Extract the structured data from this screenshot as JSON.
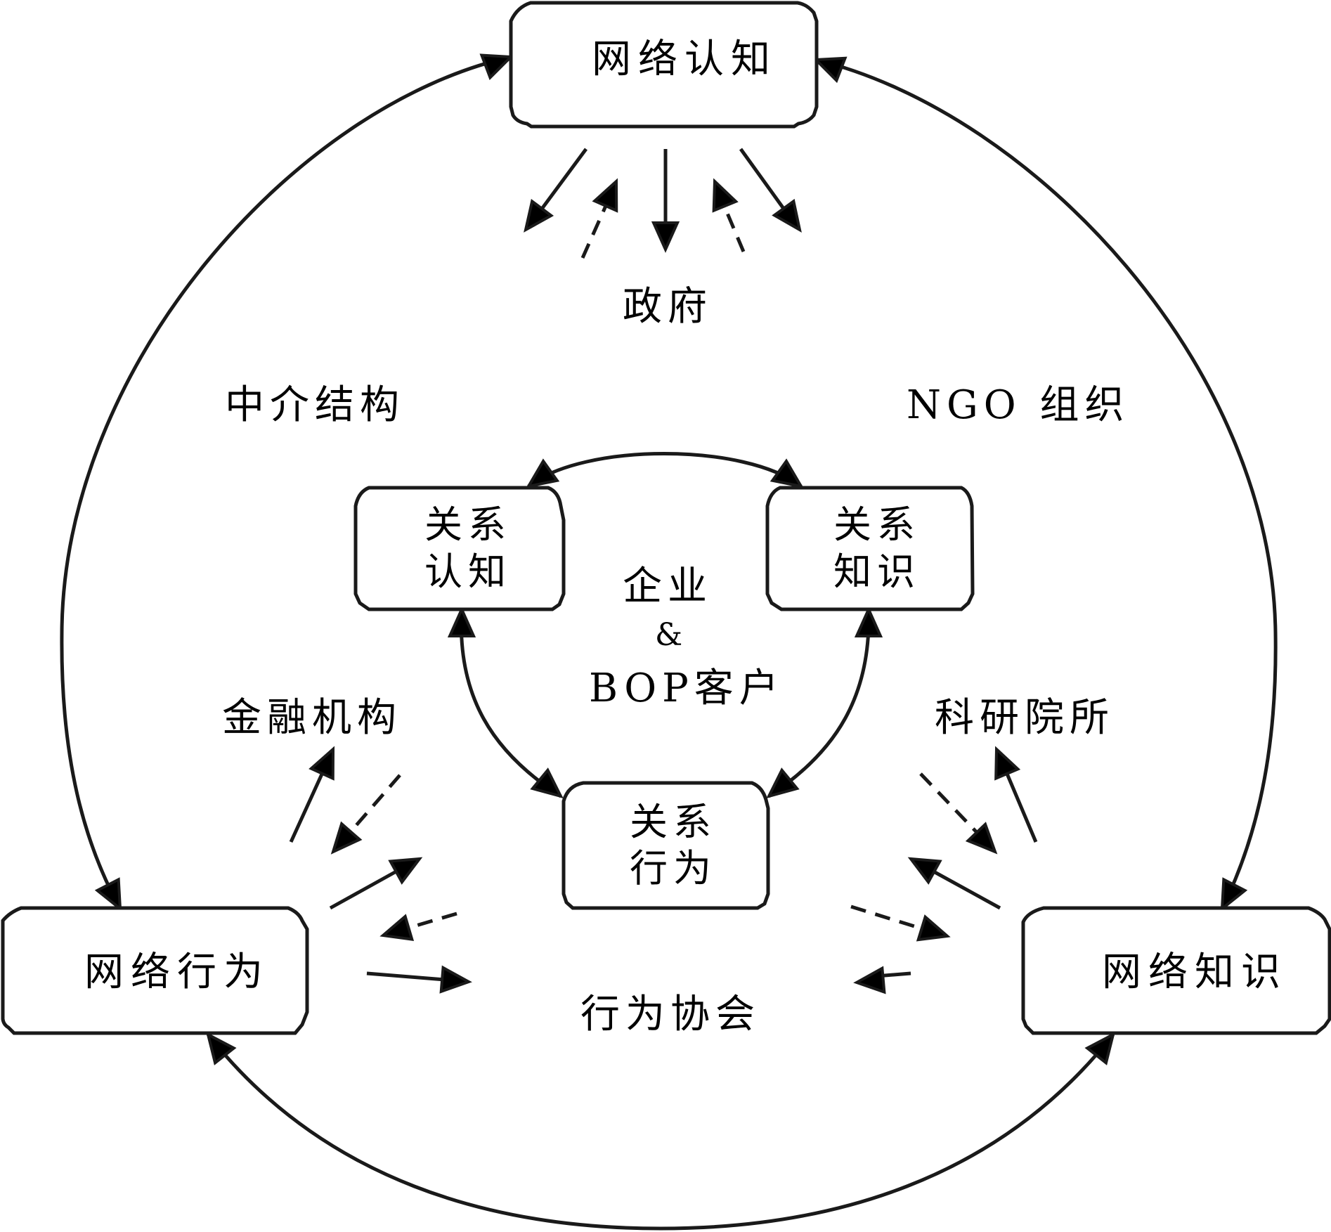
{
  "diagram": {
    "network_nodes": {
      "cognition": "网络认知",
      "behavior": "网络行为",
      "knowledge": "网络知识"
    },
    "relation_nodes": {
      "cognition": [
        "关系",
        "认知"
      ],
      "knowledge": [
        "关系",
        "知识"
      ],
      "behavior": [
        "关系",
        "行为"
      ]
    },
    "center": {
      "line1": "企业",
      "line2": "&",
      "line3": "BOP客户"
    },
    "actors": {
      "government": "政府",
      "intermediary": "中介结构",
      "ngo": "NGO 组织",
      "financial": "金融机构",
      "research": "科研院所",
      "association": "行为协会"
    },
    "edges": [
      {
        "from": "网络认知",
        "to": "网络行为",
        "style": "solid",
        "direction": "bidirectional"
      },
      {
        "from": "网络认知",
        "to": "网络知识",
        "style": "solid",
        "direction": "bidirectional"
      },
      {
        "from": "网络行为",
        "to": "网络知识",
        "style": "solid",
        "direction": "bidirectional"
      },
      {
        "from": "关系认知",
        "to": "关系知识",
        "style": "solid",
        "direction": "bidirectional"
      },
      {
        "from": "关系认知",
        "to": "关系行为",
        "style": "solid",
        "direction": "bidirectional"
      },
      {
        "from": "关系知识",
        "to": "关系行为",
        "style": "solid",
        "direction": "bidirectional"
      }
    ],
    "colors": {
      "stroke": "#1a1a1a",
      "text": "#000000",
      "background": "#ffffff"
    }
  }
}
